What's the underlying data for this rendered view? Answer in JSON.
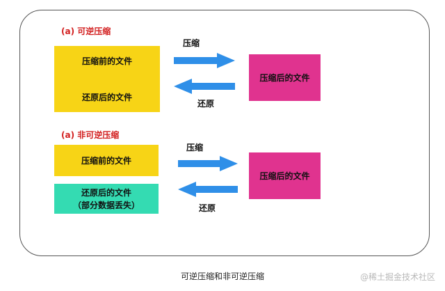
{
  "section_a": {
    "title": "(a) 可逆压缩",
    "box_before": "压缩前的文件",
    "box_restored": "还原后的文件",
    "box_after": "压缩后的文件",
    "compress_label": "压缩",
    "restore_label": "还原"
  },
  "section_b": {
    "title": "(a) 非可逆压缩",
    "box_before": "压缩前的文件",
    "box_restored_line1": "还原后的文件",
    "box_restored_line2": "（部分数据丢失）",
    "box_after": "压缩后的文件",
    "compress_label": "压缩",
    "restore_label": "还原"
  },
  "caption": "可逆压缩和非可逆压缩",
  "watermark": "@稀土掘金技术社区",
  "colors": {
    "yellow": "#f7d416",
    "pink": "#e0338f",
    "teal": "#34dbb2",
    "arrow_blue": "#2f8fe8",
    "title_red": "#d21e1e"
  }
}
